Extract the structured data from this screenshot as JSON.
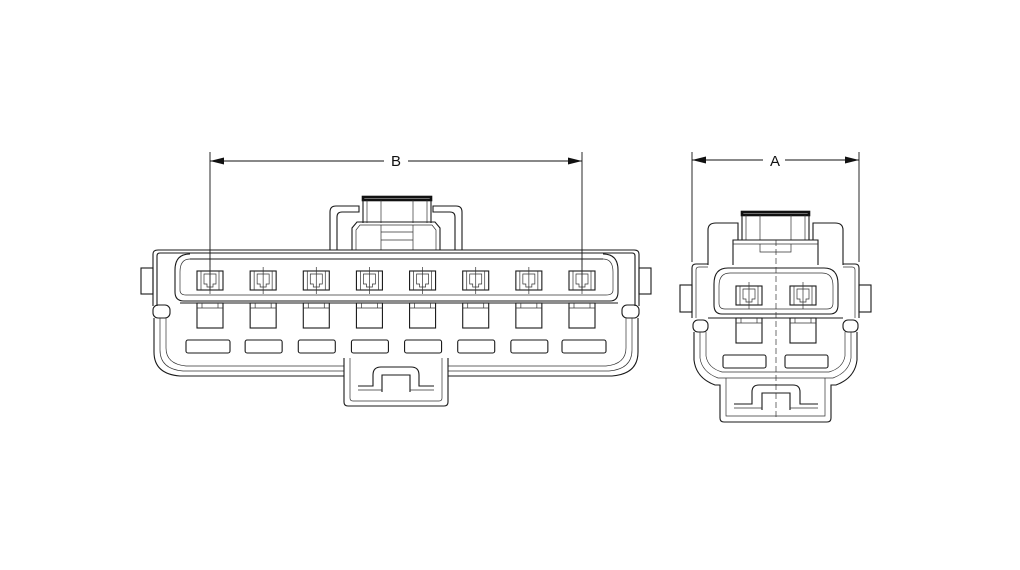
{
  "drawing": {
    "views": [
      {
        "id": "connector-8-way",
        "cavity_count": 8,
        "dimension": {
          "label": "B"
        }
      },
      {
        "id": "connector-2-way",
        "cavity_count": 2,
        "dimension": {
          "label": "A"
        }
      }
    ],
    "colors": {
      "background": "#ffffff",
      "line": "#1a1a1a"
    }
  }
}
